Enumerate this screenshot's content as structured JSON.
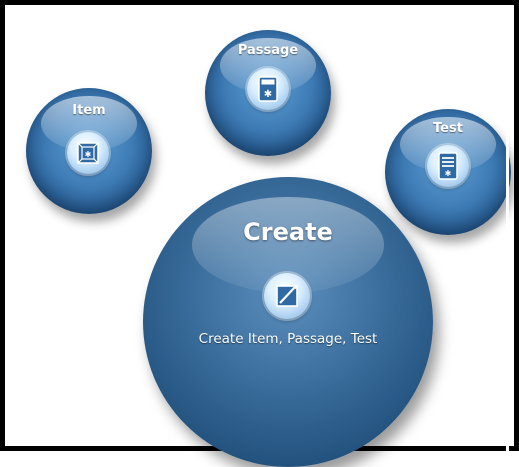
{
  "nodes": {
    "item": {
      "label": "Item",
      "icon": "cube-box-icon"
    },
    "passage": {
      "label": "Passage",
      "icon": "passage-document-icon"
    },
    "test": {
      "label": "Test",
      "icon": "test-list-icon"
    }
  },
  "create": {
    "title": "Create",
    "subtitle": "Create Item, Passage, Test",
    "icon": "pencil-edit-icon"
  },
  "colors": {
    "sphere_light": "#5e9fd6",
    "sphere_dark": "#1d4f85",
    "big_sphere_light": "#5c8fbd",
    "big_sphere_dark": "#173d63",
    "text": "#ffffff",
    "frame": "#000000"
  }
}
